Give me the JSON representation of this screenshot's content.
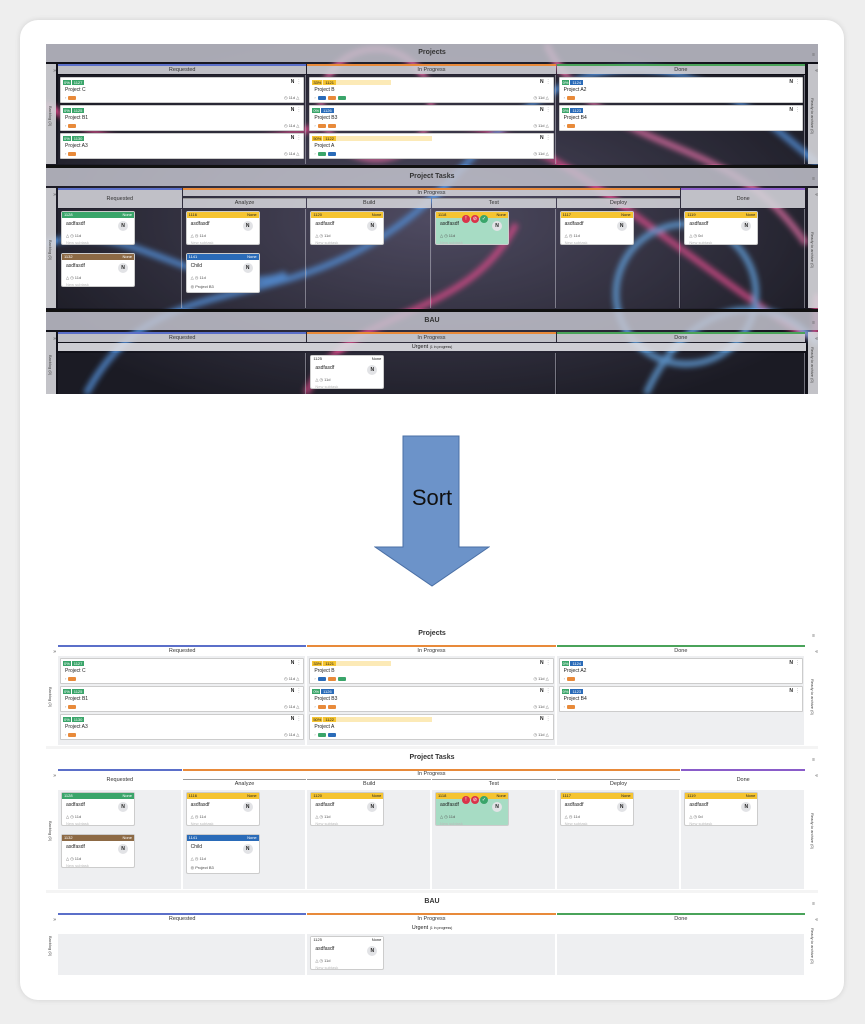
{
  "arrow": {
    "label": "Sort",
    "color": "#6c93c9"
  },
  "colors": {
    "requested": "#5b6fc9",
    "in_progress": "#e88a3a",
    "done": "#4aa35a",
    "green_tag": "#3aa56a",
    "blue_tag": "#2a6bb8",
    "orange_tag": "#e88a3a",
    "yellow_header": "#f5c431",
    "brown_header": "#8d6a45",
    "teal_header": "#3aa56a"
  },
  "panels": [
    {
      "id": "before",
      "projects": {
        "title": "Projects",
        "left_rail": "Backlog (3)",
        "right_rail": "Ready to archive (0)",
        "columns": [
          "Requested",
          "In Progress",
          "Done"
        ],
        "requested": [
          {
            "pct": "0%",
            "id": "1127",
            "title": "Project C",
            "n": "N",
            "time": "11d"
          },
          {
            "pct": "0%",
            "id": "1125",
            "title": "Project B1",
            "n": "N",
            "time": "11d"
          },
          {
            "pct": "0%",
            "id": "1130",
            "title": "Project A3",
            "n": "N",
            "time": "11d"
          }
        ],
        "in_progress": [
          {
            "pct": "33%",
            "id": "1121",
            "title": "Project B",
            "n": "N",
            "time": "11d"
          },
          {
            "pct": "0%",
            "id": "1126",
            "title": "Project B3",
            "n": "N",
            "time": "11d"
          },
          {
            "pct": "50%",
            "id": "1122",
            "title": "Project A",
            "n": "N",
            "time": "11d"
          }
        ],
        "done": [
          {
            "pct": "0%",
            "id": "1124",
            "title": "Project A2",
            "n": "N",
            "time": ""
          },
          {
            "pct": "0%",
            "id": "1123",
            "title": "Project B4",
            "n": "N",
            "time": ""
          }
        ]
      },
      "tasks": {
        "title": "Project Tasks",
        "left_rail": "Backlog (0)",
        "right_rail": "Ready to archive (0)",
        "group": "In Progress",
        "columns": [
          "Requested",
          "Analyze",
          "Build",
          "Test",
          "Deploy",
          "Done"
        ],
        "cards": [
          {
            "col": 0,
            "slot": 0,
            "id": "1128",
            "prio": "None",
            "title": "asdfasdf",
            "time": "11d",
            "color": "teal"
          },
          {
            "col": 0,
            "slot": 1,
            "id": "1132",
            "prio": "None",
            "title": "asdfasdf",
            "time": "11d",
            "color": "brown"
          },
          {
            "col": 1,
            "slot": 0,
            "id": "1116",
            "prio": "None",
            "title": "asdfasdf",
            "time": "11d",
            "color": "yellow"
          },
          {
            "col": 1,
            "slot": 1,
            "id": "1141",
            "prio": "None",
            "title": "Child",
            "time": "11d",
            "project": "Project B3",
            "color": "blue"
          },
          {
            "col": 2,
            "slot": 0,
            "id": "1120",
            "prio": "None",
            "title": "asdfasdf",
            "time": "11d",
            "color": "yellow"
          },
          {
            "col": 3,
            "slot": 0,
            "id": "1118",
            "prio": "None",
            "title": "asdfasdf",
            "time": "11d",
            "color": "yellow",
            "highlight": true
          },
          {
            "col": 4,
            "slot": 0,
            "id": "1117",
            "prio": "None",
            "title": "asdfasdf",
            "time": "11d",
            "color": "yellow"
          },
          {
            "col": 5,
            "slot": 0,
            "id": "1119",
            "prio": "None",
            "title": "asdfasdf",
            "time": "0d",
            "color": "yellow"
          }
        ]
      },
      "bau": {
        "title": "BAU",
        "left_rail": "Backlog (0)",
        "right_rail": "Ready to archive (0)",
        "columns": [
          "Requested",
          "In Progress",
          "Done"
        ],
        "urgent": "Urgent",
        "urgent_note": "(1 in progress)",
        "card": {
          "id": "1125",
          "prio": "None",
          "title": "asdfasdf",
          "time": "11d"
        }
      }
    }
  ],
  "nav": {
    "n_avatar": "N",
    "empty_hint": "New subtask"
  }
}
